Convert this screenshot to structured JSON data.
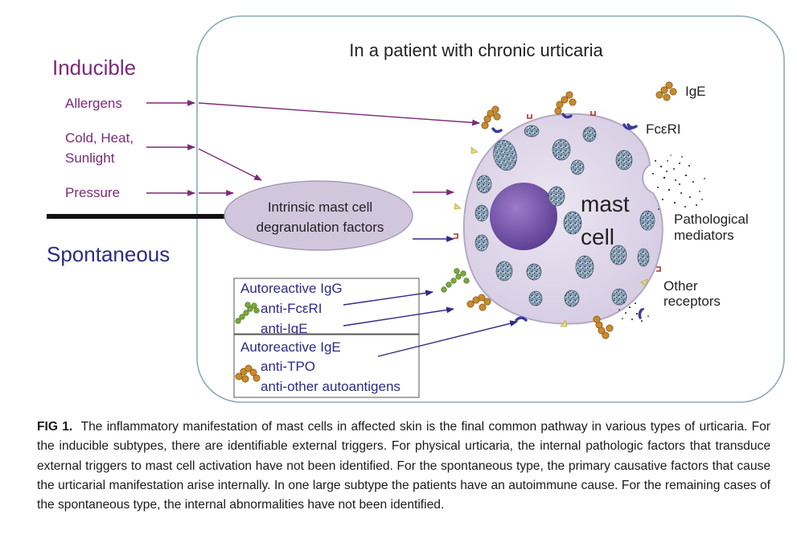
{
  "diagram": {
    "title": "In a patient with chronic urticaria",
    "inducible_label": "Inducible",
    "spontaneous_label": "Spontaneous",
    "triggers": [
      "Allergens",
      "Cold, Heat,",
      "Sunlight",
      "Pressure"
    ],
    "intrinsic_factors": [
      "Intrinsic mast cell",
      "degranulation factors"
    ],
    "mast_cell_label": [
      "mast",
      "cell"
    ],
    "legend": {
      "ige": "IgE",
      "fceri": "FcεRI",
      "pathological_mediators": [
        "Pathological",
        "mediators"
      ],
      "other_receptors": [
        "Other",
        "receptors"
      ]
    },
    "autoreactive_igg": {
      "title": "Autoreactive IgG",
      "items": [
        "anti-FcεRI",
        "anti-IgE"
      ]
    },
    "autoreactive_ige": {
      "title": "Autoreactive IgE",
      "items": [
        "anti-TPO",
        "anti-other autoantigens"
      ]
    },
    "colors": {
      "inducible": "#7a2a78",
      "spontaneous": "#2e2a86",
      "cell_fill": "#ddd5e8",
      "nucleus": "#7a55a8",
      "ellipse_fill": "#cfc3dc",
      "ige": "#c98a2a",
      "igg": "#7aa83a",
      "receptor": "#3c3c9a"
    }
  },
  "caption": {
    "label": "FIG 1.",
    "text": "The inflammatory manifestation of mast cells in affected skin is the final common pathway in various types of urticaria. For the inducible subtypes, there are identifiable external triggers. For physical urticaria, the internal pathologic factors that transduce external triggers to mast cell activation have not been identified. For the spontaneous type, the primary causative factors that cause the urticarial manifestation arise internally. In one large subtype the patients have an autoimmune cause. For the remaining cases of the spontaneous type, the internal abnormalities have not been identified."
  }
}
